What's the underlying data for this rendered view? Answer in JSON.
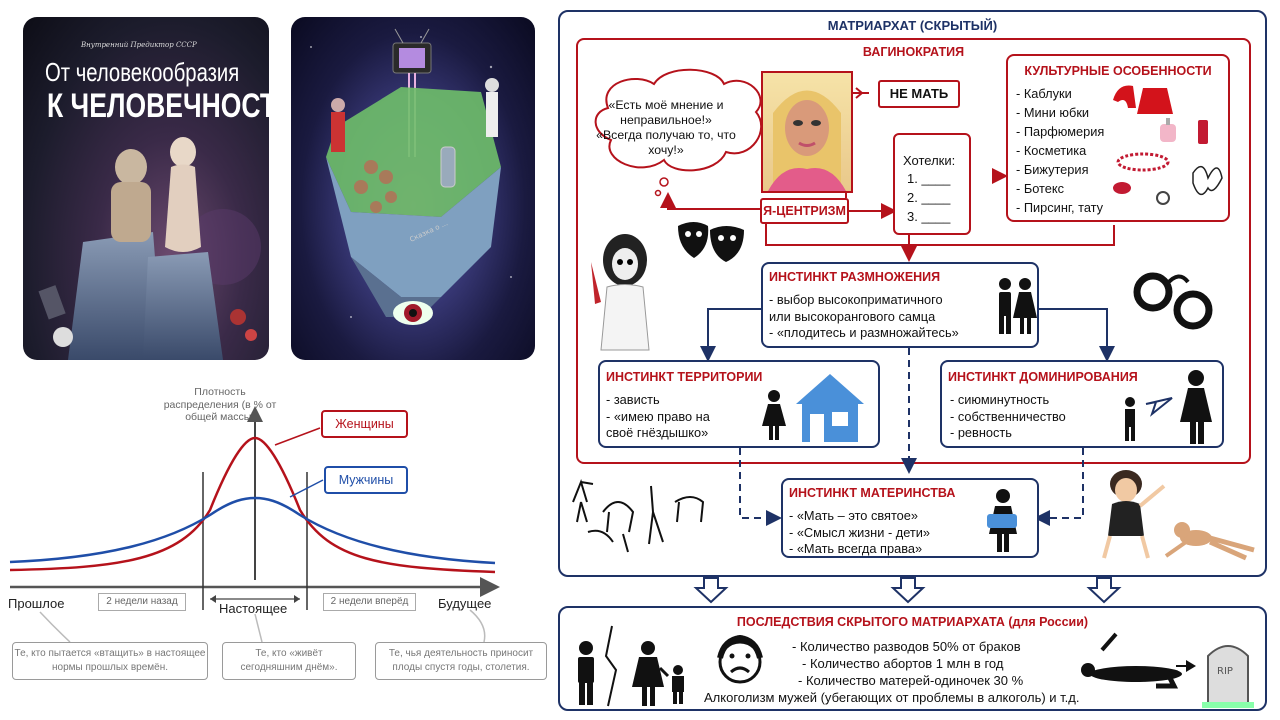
{
  "cover1": {
    "small_text": "Внутренний Предиктор СССР",
    "title_line1": "От человекообразия",
    "title_line2": "К ЧЕЛОВЕЧНОСТИ"
  },
  "cover2": {
    "book_text": "Сказка о ..."
  },
  "chart": {
    "ylabel": "Плотность распределения (в % от общей массы)",
    "legend_women": "Женщины",
    "legend_men": "Мужчины",
    "label_past": "Прошлое",
    "label_present": "Настоящее",
    "label_future": "Будущее",
    "label_2weeks_ago": "2 недели назад",
    "label_2weeks_ahead": "2 недели вперёд",
    "note_past": "Те, кто пытается «втащить» в настоящее нормы прошлых времён.",
    "note_present": "Те, кто «живёт сегодняшним днём».",
    "note_future": "Те, чья деятельность приносит плоды спустя годы, столетия.",
    "colors": {
      "women": "#b5121b",
      "men": "#1f4ea8"
    }
  },
  "diagram": {
    "title": "МАТРИАРХАТ (СКРЫТЫЙ)",
    "vaginocracy": "ВАГИНОКРАТИЯ",
    "speech": "«Есть моё мнение и неправильное!» «Всегда получаю то, что хочу!»",
    "ne_mat": "НЕ МАТЬ",
    "egocentrism": "Я-ЦЕНТРИЗМ",
    "wishes": {
      "title": "Хотелки:",
      "items": [
        "1. ____",
        "2. ____",
        "3. ____"
      ]
    },
    "culture": {
      "title": "КУЛЬТУРНЫЕ ОСОБЕННОСТИ",
      "items": [
        "- Каблуки",
        "- Мини юбки",
        "- Парфюмерия",
        "- Косметика",
        "- Бижутерия",
        "- Ботекс",
        "- Пирсинг, тату"
      ]
    },
    "reproduction": {
      "title": "ИНСТИНКТ РАЗМНОЖЕНИЯ",
      "items": [
        "- выбор высокоприматичного",
        "или высокорангового самца",
        "- «плодитесь и размножайтесь»"
      ]
    },
    "territory": {
      "title": "ИНСТИНКТ ТЕРРИТОРИИ",
      "items": [
        "- зависть",
        "- «имею право на",
        "своё гнёздышко»"
      ]
    },
    "domination": {
      "title": "ИНСТИНКТ ДОМИНИРОВАНИЯ",
      "items": [
        "- сиюминутность",
        "- собственничество",
        "- ревность"
      ]
    },
    "motherhood": {
      "title": "ИНСТИНКТ МАТЕРИНСТВА",
      "items": [
        "- «Мать – это святое»",
        "- «Смысл жизни - дети»",
        "- «Мать всегда права»"
      ]
    },
    "consequences": {
      "title": "ПОСЛЕДСТВИЯ СКРЫТОГО МАТРИАРХАТА (для России)",
      "items": [
        "- Количество разводов 50% от браков",
        "- Количество абортов 1 млн в год",
        "- Количество матерей-одиночек 30 %",
        "Алкоголизм мужей (убегающих от проблемы в алкоголь) и т.д."
      ]
    },
    "rip": "RIP",
    "colors": {
      "red": "#b5121b",
      "navy": "#1e3266",
      "accent": "#b5121b"
    }
  }
}
